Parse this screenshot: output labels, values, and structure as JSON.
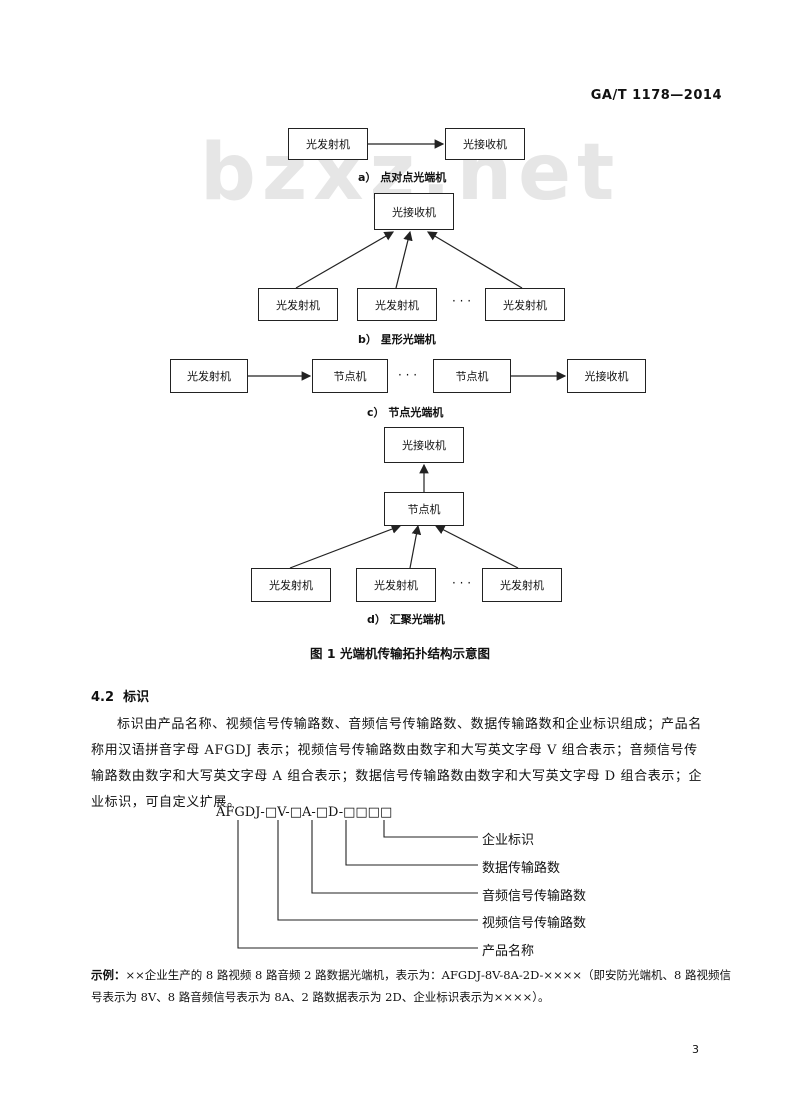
{
  "header": {
    "doc_number": "GA/T 1178—2014"
  },
  "watermark": "bzxz.net",
  "figure_a": {
    "tx": "光发射机",
    "rx": "光接收机",
    "caption": "a）  点对点光端机"
  },
  "figure_b": {
    "rx": "光接收机",
    "tx1": "光发射机",
    "tx2": "光发射机",
    "tx3": "光发射机",
    "dots": "· · ·",
    "caption": "b）  星形光端机"
  },
  "figure_c": {
    "tx": "光发射机",
    "node1": "节点机",
    "dots": "· · ·",
    "node2": "节点机",
    "rx": "光接收机",
    "caption": "c）  节点光端机"
  },
  "figure_d": {
    "rx": "光接收机",
    "node": "节点机",
    "tx1": "光发射机",
    "tx2": "光发射机",
    "tx3": "光发射机",
    "dots": "· · ·",
    "caption": "d）  汇聚光端机"
  },
  "figure_title": "图 1   光端机传输拓扑结构示意图",
  "section": {
    "number": "4.2",
    "title": "标识"
  },
  "paragraph": "标识由产品名称、视频信号传输路数、音频信号传输路数、数据传输路数和企业标识组成；产品名称用汉语拼音字母 AFGDJ 表示；视频信号传输路数由数字和大写英文字母 V 组合表示；音频信号传输路数由数字和大写英文字母 A 组合表示；数据信号传输路数由数字和大写英文字母 D 组合表示；企业标识，可自定义扩展。",
  "code_format": "AFGDJ-□V-□A-□D-□□□□",
  "code_labels": {
    "enterprise": "企业标识",
    "data": "数据传输路数",
    "audio": "音频信号传输路数",
    "video": "视频信号传输路数",
    "product": "产品名称"
  },
  "example": {
    "label": "示例：",
    "text": "××企业生产的 8 路视频 8 路音频 2 路数据光端机，表示为：AFGDJ-8V-8A-2D-××××（即安防光端机、8 路视频信号表示为 8V、8 路音频信号表示为 8A、2 路数据表示为 2D、企业标识表示为××××）。"
  },
  "page_number": "3"
}
